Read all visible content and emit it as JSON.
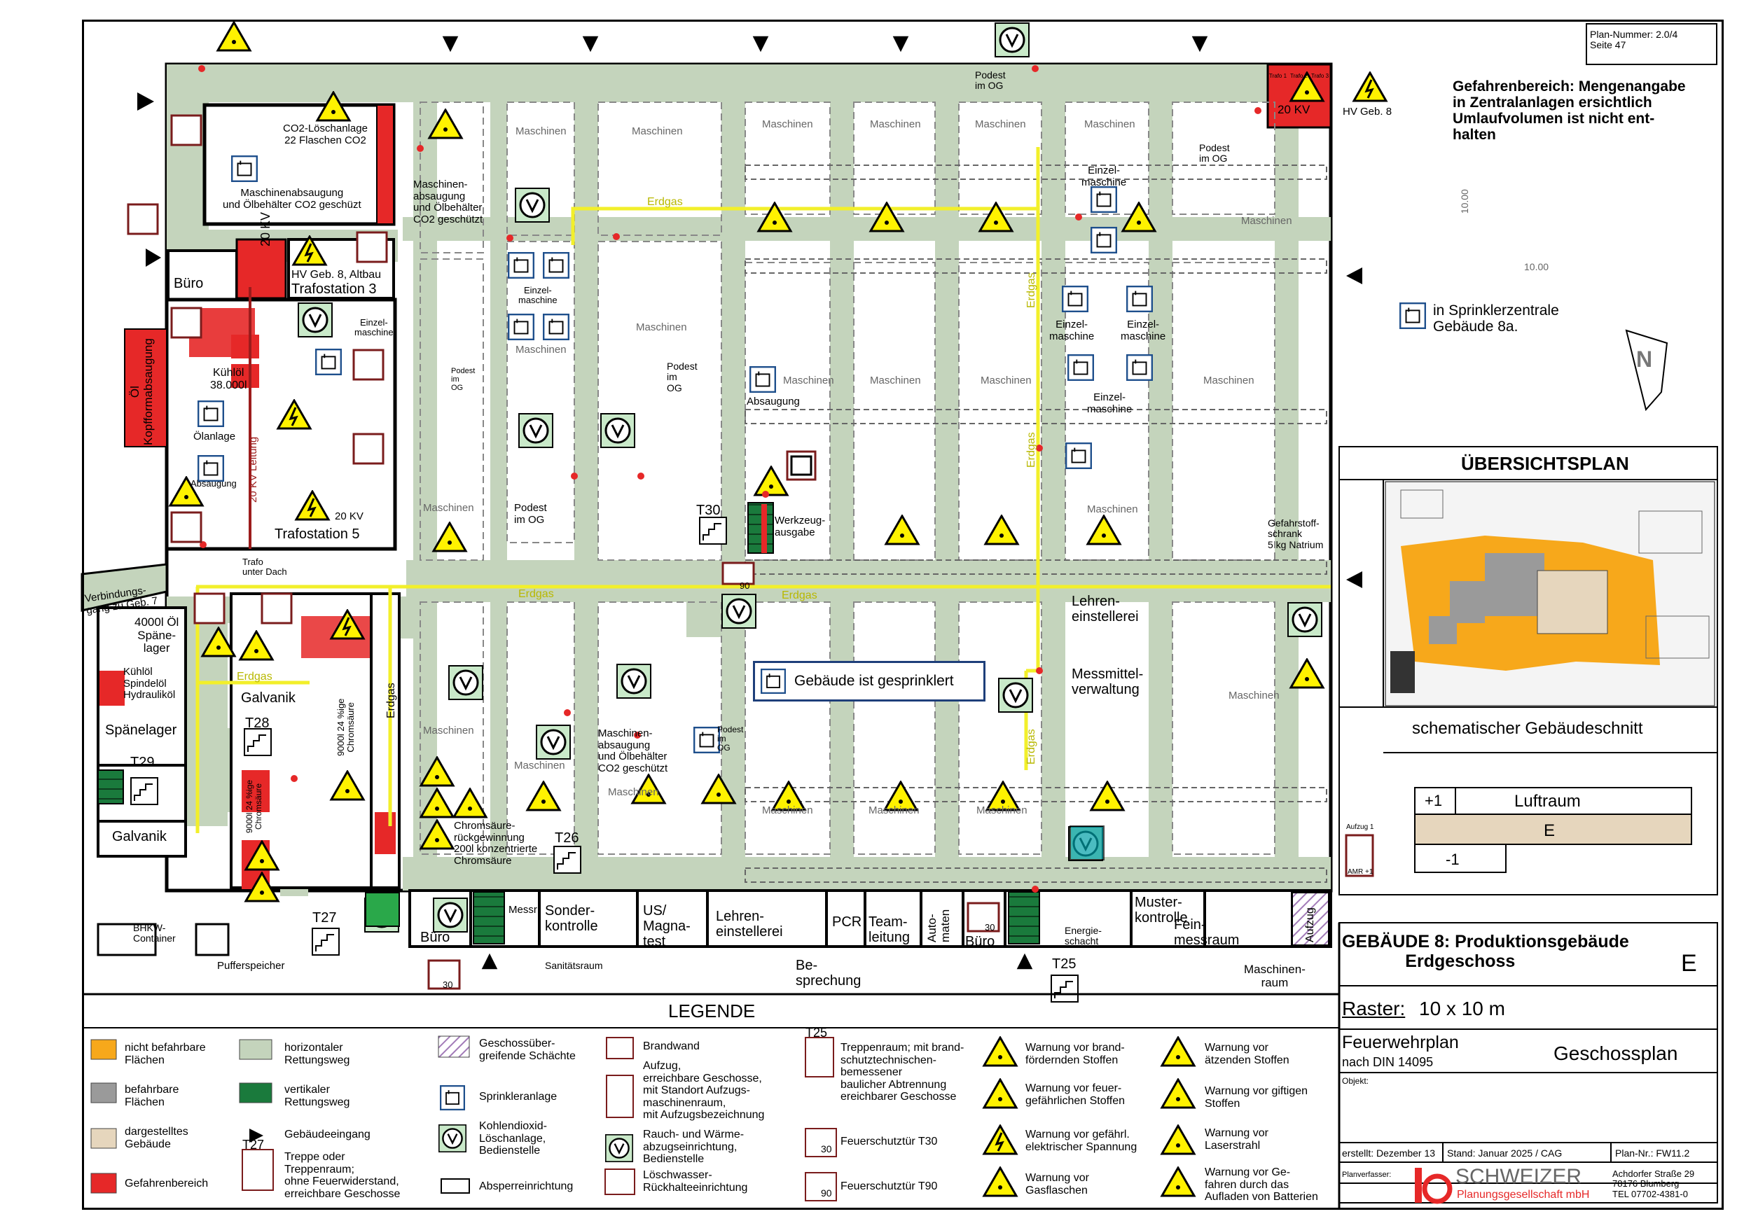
{
  "plan": {
    "plan_nr_block": "Plan-Nummer: 2.0/4\nSeite 47",
    "hazard_note": "Gefahrenbereich: Mengenangabe\nin Zentralanlagen ersichtlich\nUmlaufvolumen ist nicht ent-\nhalten",
    "hv_geb8": "HV Geb. 8",
    "kv20_top": "20 KV",
    "trafo_labels": [
      "Trafo 1",
      "Trafo 2",
      "Trafo 3"
    ],
    "dim_10_vertical": "10.00",
    "dim_10_horizontal": "10.00",
    "sprinkler_note": "in Sprinklerzentrale\nGebäude 8a.",
    "north": "N"
  },
  "rooms": {
    "co2_loesch": "CO2-Löschanlage\n22 Flaschen CO2",
    "masch_absaug_co2": "Maschinenabsaugung\nund Ölbehälter CO2 geschüzt",
    "buero_left": "Büro",
    "kv20_left": "20 KV",
    "hv_altbau": "HV Geb. 8, Altbau",
    "trafostation3": "Trafostation 3",
    "oel_kopf": "Öl\nKopfformabsaugung",
    "kuehloel": "Kühlöl\n38.000l",
    "oelanlage": "Ölanlage",
    "absaugung_left": "Absaugung",
    "kv_leitung": "20 KV Leitung",
    "kv20_station5": "20 KV",
    "trafostation5": "Trafostation 5",
    "trafo_unter_dach": "Trafo\nunter Dach",
    "verbindungsgang": "Verbindungs-\ngang zu Geb. 7",
    "spaenelager_top": "4000l Öl\nSpäne-\nlager",
    "oil_list": "Kühlöl\nSpindelöl\nHydrauliköl",
    "galvanik_top": "Galvanik",
    "chromsaeure_vert1": "9000l 24 %ige\nChromsäure",
    "chromsaeure_vert2": "9000l 24 %ige\nChromsäure",
    "spaenelager_bottom": "Spänelager",
    "galvanik_bottom": "Galvanik",
    "bhkw": "BHKW-\nContainer",
    "pufferspeicher": "Pufferspeicher",
    "chrom_rueck": "Chromsäure-\nrückgewinnung\n200l konzentrierte\nChromsäure",
    "masch_absaug_mid": "Maschinen-\nabsaugung\nund Ölbehälter\nCO2 geschützt",
    "masch_absaug_low": "Maschinen-\nabsaugung\nund Ölbehälter\nCO2 geschützt",
    "einzelmaschine": "Einzel-\nmaschine",
    "maschinen": "Maschinen",
    "machinenen": "Maschinen",
    "podest_og": "Podest\nim OG",
    "podest_og_short": "Podest\nim\nOG",
    "absaugung_mid": "Absaugung",
    "werkzeugausgabe": "Werkzeug-\nausgabe",
    "gefahrstoff": "Gefahrstoff-\nschrank\n5 kg Natrium",
    "lehreneinstellerei": "Lehren-\neinstellerei",
    "messmittel": "Messmittel-\nverwaltung",
    "gebaeude_sprinklert": "Gebäude ist gesprinklert",
    "erdgas": "Erdgas",
    "buero_bottom1": "Büro",
    "messr": "Messr",
    "sonderkontrolle": "Sonder-\nkontrolle",
    "us_magnatest": "US/\nMagna-\ntest",
    "lehreneinstellerei_b": "Lehren-\neinstellerei",
    "pcr": "PCR",
    "teamleitung": "Team-\nleitung",
    "automaten": "Auto-\nmaten",
    "buero_bottom2": "Büro",
    "energieschacht": "Energie-\nschacht",
    "musterkontrolle": "Muster-\nkontrolle",
    "feinmessraum": "Fein-\nmessraum",
    "aufzug": "Aufzug",
    "sanitaetsraum": "Sanitätsraum",
    "besprechung": "Be-\nsprechung",
    "maschinenraum": "Maschinen-\nraum",
    "maschinen_gray": "Maschinen"
  },
  "stairs": [
    "T26",
    "T27",
    "T28",
    "T29",
    "T30",
    "T25"
  ],
  "fire_door_labels": [
    "30",
    "90"
  ],
  "aufzug_label": "Aufzug 1",
  "amr_label": "AMR +1",
  "overview": {
    "title": "ÜBERSICHTSPLAN",
    "section_title": "schematischer Gebäudeschnitt",
    "luftraum": "Luftraum",
    "plus1": "+1",
    "e": "E",
    "minus1": "-1"
  },
  "title_block": {
    "building": "GEBÄUDE 8: Produktionsgebäude\n             Erdgeschoss",
    "floor_letter": "E",
    "raster_prefix": "Raster:",
    "raster_value": "10 x 10 m",
    "plan_type": "Feuerwehrplan",
    "norm": "nach  DIN  14095",
    "geschossplan": "Geschossplan",
    "objekt": "Objekt:",
    "erstellt": "erstellt: Dezember 13",
    "stand": "Stand: Januar 2025 / CAG",
    "plan_nr": "Plan-Nr.: FW11.2",
    "planverfasser": "Planverfasser:",
    "company": "SCHWEIZER",
    "company_sub": "Planungsgesellschaft mbH",
    "address": "Achdorfer Straße 29\n78176 Blumberg\nTEL 07702-4381-0"
  },
  "legend": {
    "title": "LEGENDE",
    "items": [
      "nicht befahrbare\nFlächen",
      "befahrbare\nFlächen",
      "dargestelltes\nGebäude",
      "Gefahrenbereich",
      "horizontaler\nRettungsweg",
      "vertikaler\nRettungsweg",
      "Gebäudeeingang",
      "Treppe oder\nTreppenraum;\nohne Feuerwiderstand,\nerreichbare Geschosse",
      "Geschossüber-\ngreifende Schächte",
      "Sprinkleranlage",
      "Kohlendioxid-\nLöschanlage,\nBedienstelle",
      "Absperreinrichtung",
      "Brandwand",
      "Aufzug,\nerreichbare Geschosse,\nmit Standort Aufzugs-\nmaschinenraum,\nmit Aufzugsbezeichnung",
      "Rauch- und Wärme-\nabzugseinrichtung,\nBedienstelle",
      "Löschwasser-\nRückhalteeinrichtung",
      "Treppenraum; mit brand-\nschutztechnischen-\nbemessener\nbaulicher Abtrennung\nereichbarer Geschosse",
      "Feuerschutztür T30",
      "Feuerschutztür T90",
      "Warnung vor brand-\nfördernden Stoffen",
      "Warnung vor feuer-\ngefährlichen Stoffen",
      "Warnung vor gefährl.\nelektrischer Spannung",
      "Warnung vor\nGasflaschen",
      "Warnung vor\nätzenden Stoffen",
      "Warnung vor giftigen\nStoffen",
      "Warnung vor\nLaserstrahl",
      "Warnung vor Ge-\nfahren durch das\nAufladen von Batterien"
    ],
    "t27": "T27",
    "t25": "T25",
    "door30": "30",
    "door90": "90"
  },
  "colors": {
    "green_path": "#c4d4bc",
    "dark_green": "#1a7a3c",
    "red": "#e62828",
    "yellow_line": "#f2ef2a",
    "orange": "#f7a81b",
    "gray": "#9a9a9a",
    "beige": "#e6d6bd",
    "purple_hatch": "#a27bb8"
  }
}
